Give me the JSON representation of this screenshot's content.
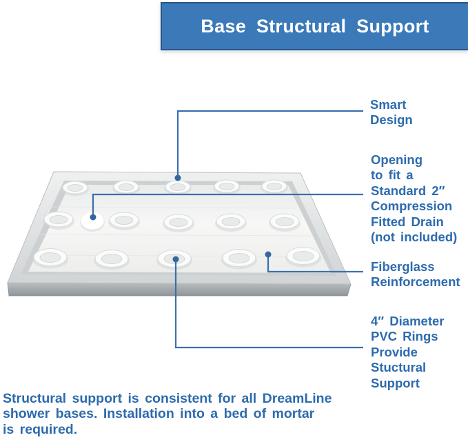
{
  "header": {
    "title": "Base Structural Support",
    "bg_color": "#3b79b9",
    "border_color": "#2a5586",
    "text_color": "#ffffff"
  },
  "callouts": {
    "smart_design": {
      "lines": [
        "Smart",
        "Design"
      ]
    },
    "drain_opening": {
      "lines": [
        "Opening",
        "to fit a",
        "Standard 2″",
        "Compression",
        "Fitted Drain",
        "(not included)"
      ]
    },
    "fiberglass": {
      "lines": [
        "Fiberglass",
        "Reinforcement"
      ]
    },
    "pvc_rings": {
      "lines": [
        "4″ Diameter",
        "PVC Rings",
        "Provide",
        "Stuctural",
        "Support"
      ]
    }
  },
  "footer": {
    "lines": [
      "Structural support is consistent for all DreamLine",
      "shower bases. Installation into a bed of mortar",
      "is required."
    ]
  },
  "illustration": {
    "description": "gray shower base pan in perspective with white PVC support rings and one white drain opening",
    "ring_rows": 3,
    "ring_columns": 5,
    "ring_count": 15
  },
  "colors": {
    "label_text": "#2d6bae",
    "callout_line": "#3a6fad",
    "callout_dot": "#34679e",
    "tray_rim": "#dfe1e2",
    "tray_floor": "#f3f3f2",
    "tray_skirt": "#a5aaad",
    "ring_white": "#fafbfb"
  }
}
